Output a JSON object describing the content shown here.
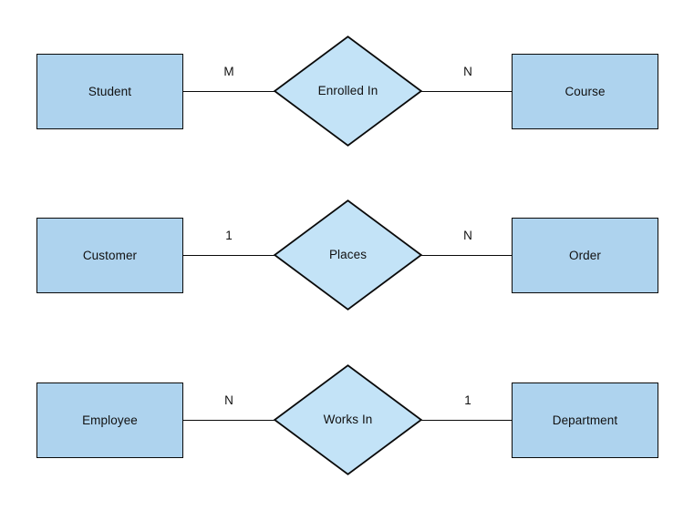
{
  "diagram": {
    "type": "entity-relationship-diagram",
    "background_color": "#ffffff",
    "entity_fill": "#aed3ee",
    "relationship_fill": "#c3e3f7",
    "stroke_color": "#0a0a0a",
    "text_color": "#111111",
    "rows": [
      {
        "left_entity": "Student",
        "left_cardinality": "M",
        "relationship": "Enrolled In",
        "right_cardinality": "N",
        "right_entity": "Course"
      },
      {
        "left_entity": "Customer",
        "left_cardinality": "1",
        "relationship": "Places",
        "right_cardinality": "N",
        "right_entity": "Order"
      },
      {
        "left_entity": "Employee",
        "left_cardinality": "N",
        "relationship": "Works In",
        "right_cardinality": "1",
        "right_entity": "Department"
      }
    ]
  }
}
